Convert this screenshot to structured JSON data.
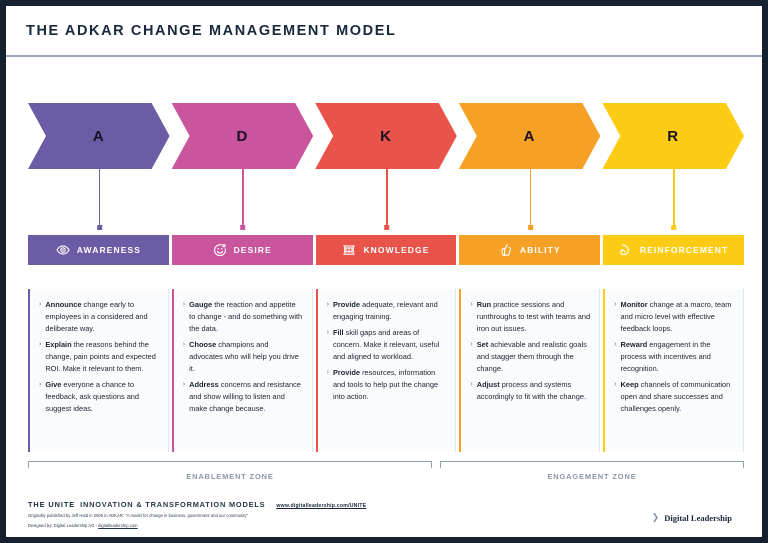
{
  "header": {
    "title": "THE ADKAR CHANGE MANAGEMENT MODEL"
  },
  "colors": {
    "awareness": "#6b5ca5",
    "desire": "#c9559c",
    "knowledge": "#e8534a",
    "ability": "#f4a126",
    "reinforcement": "#fbcc13",
    "ink": "#19283c",
    "zone": "#8a97a9"
  },
  "stages": [
    {
      "letter": "A",
      "name": "AWARENESS",
      "icon": "eye-icon",
      "color": "#6b5ca5",
      "bullets": [
        {
          "lead": "Announce",
          "rest": " change early to employees in a considered and deliberate way."
        },
        {
          "lead": "Explain",
          "rest": " the reasons behind the change, pain points and expected ROI. Make it relevant to them."
        },
        {
          "lead": "Give",
          "rest": " everyone a chance to feedback, ask questions and suggest ideas."
        }
      ]
    },
    {
      "letter": "D",
      "name": "DESIRE",
      "icon": "smiley-face-icon",
      "color": "#c9559c",
      "bullets": [
        {
          "lead": "Gauge",
          "rest": " the reaction and appetite to change - and do something with the data."
        },
        {
          "lead": "Choose",
          "rest": " champions and advocates who will help you drive it."
        },
        {
          "lead": "Address",
          "rest": " concerns and resistance and show willing to listen and make change because."
        }
      ]
    },
    {
      "letter": "K",
      "name": "KNOWLEDGE",
      "icon": "book-icon",
      "color": "#e8534a",
      "bullets": [
        {
          "lead": "Provide",
          "rest": " adequate, relevant and engaging training."
        },
        {
          "lead": "Fill",
          "rest": " skill gaps and areas of concern. Make it relevant, useful and aligned to workload."
        },
        {
          "lead": "Provide",
          "rest": " resources, information and tools to help put the change into action."
        }
      ]
    },
    {
      "letter": "A",
      "name": "ABILITY",
      "icon": "hand-ok-icon",
      "color": "#f4a126",
      "bullets": [
        {
          "lead": "Run",
          "rest": " practice sessions and runthroughs to test with teams and iron out issues."
        },
        {
          "lead": "Set",
          "rest": " achievable and realistic goals and stagger them through the change."
        },
        {
          "lead": "Adjust",
          "rest": " process and systems accordingly to fit with the change."
        }
      ]
    },
    {
      "letter": "R",
      "name": "REINFORCEMENT",
      "icon": "flexed-arm-icon",
      "color": "#fbcc13",
      "bullets": [
        {
          "lead": "Monitor",
          "rest": " change at a macro, team and micro level with effective feedback loops."
        },
        {
          "lead": "Reward",
          "rest": " engagement in the process with incentives and recognition."
        },
        {
          "lead": "Keep",
          "rest": " channels of communication open and share successes and challenges openly."
        }
      ]
    }
  ],
  "zones": [
    {
      "label": "ENABLEMENT ZONE"
    },
    {
      "label": "ENGAGEMENT ZONE"
    }
  ],
  "footer": {
    "unite": "THE UNITE",
    "models": "INNOVATION & TRANSFORMATION MODELS",
    "url": "www.digitalleadership.com/UNITE",
    "credit_line1": "Originally published by Jeff Hiatt in 2006 in ADKAR: \"A model for change in business, government and our community\"",
    "credit_line2_prefix": "Designed by: Digital Leadership AG - ",
    "credit_line2_link": "digitalleadership.com",
    "brand": "Digital Leadership",
    "brand_mark": "❯"
  }
}
